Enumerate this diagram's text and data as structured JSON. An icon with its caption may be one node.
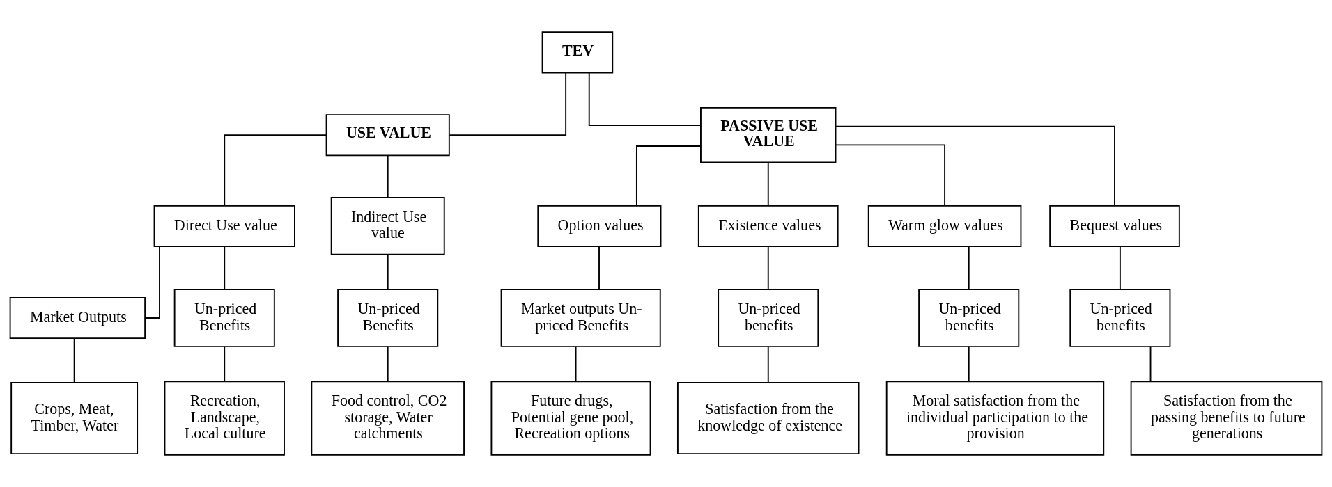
{
  "diagram": {
    "nodes": [
      {
        "text": [
          "TEV"
        ]
      },
      {
        "text": [
          "USE VALUE"
        ]
      },
      {
        "text": [
          "PASSIVE USE VALUE"
        ]
      },
      {
        "text": [
          "Direct Use value"
        ]
      },
      {
        "text": [
          "Indirect Use value"
        ]
      },
      {
        "text": [
          "Option values"
        ]
      },
      {
        "text": [
          "Existence values"
        ]
      },
      {
        "text": [
          "Warm glow values"
        ]
      },
      {
        "text": [
          "Bequest values"
        ]
      },
      {
        "text": [
          "Market Outputs"
        ]
      },
      {
        "text": [
          "Un-priced Benefits"
        ]
      },
      {
        "text": [
          "Un-priced Benefits"
        ]
      },
      {
        "text": [
          "Market outputs Un-priced Benefits"
        ]
      },
      {
        "text": [
          "Un-priced benefits"
        ]
      },
      {
        "text": [
          "Un-priced benefits"
        ]
      },
      {
        "text": [
          "Un-priced benefits"
        ]
      },
      {
        "text": [
          "Crops, Meat, Timber, Water"
        ]
      },
      {
        "text": [
          "Recreation, Landscape, Local culture"
        ]
      },
      {
        "text": [
          "Food control, CO2 storage, Water catchments"
        ]
      },
      {
        "text": [
          "Future drugs, Potential gene pool, Recreation options"
        ]
      },
      {
        "text": [
          "Satisfaction from the knowledge of existence"
        ]
      },
      {
        "text": [
          "Moral satisfaction from the individual participation to the provision"
        ]
      },
      {
        "text": [
          "Satisfaction from the passing benefits to future generations"
        ]
      }
    ],
    "edges": [
      {
        "from": 0,
        "to": 1,
        "arrow": "none"
      },
      {
        "from": 0,
        "to": 2,
        "arrow": "none"
      },
      {
        "from": 1,
        "to": 3,
        "arrow": "none"
      },
      {
        "from": 1,
        "to": 4,
        "arrow": "none"
      },
      {
        "from": 2,
        "to": 5,
        "arrow": "none"
      },
      {
        "from": 2,
        "to": 6,
        "arrow": "none"
      },
      {
        "from": 2,
        "to": 7,
        "arrow": "none"
      },
      {
        "from": 2,
        "to": 8,
        "arrow": "none"
      },
      {
        "from": 3,
        "to": 9,
        "arrow": "none"
      },
      {
        "from": 3,
        "to": 10,
        "arrow": "none"
      },
      {
        "from": 4,
        "to": 11,
        "arrow": "none"
      },
      {
        "from": 5,
        "to": 12,
        "arrow": "none"
      },
      {
        "from": 6,
        "to": 13,
        "arrow": "none"
      },
      {
        "from": 7,
        "to": 14,
        "arrow": "none"
      },
      {
        "from": 8,
        "to": 15,
        "arrow": "none"
      },
      {
        "from": 9,
        "to": 16,
        "arrow": "none"
      },
      {
        "from": 10,
        "to": 17,
        "arrow": "none"
      },
      {
        "from": 11,
        "to": 18,
        "arrow": "none"
      },
      {
        "from": 12,
        "to": 19,
        "arrow": "none"
      },
      {
        "from": 13,
        "to": 20,
        "arrow": "none"
      },
      {
        "from": 14,
        "to": 21,
        "arrow": "none"
      },
      {
        "from": 15,
        "to": 22,
        "arrow": "none"
      }
    ]
  }
}
